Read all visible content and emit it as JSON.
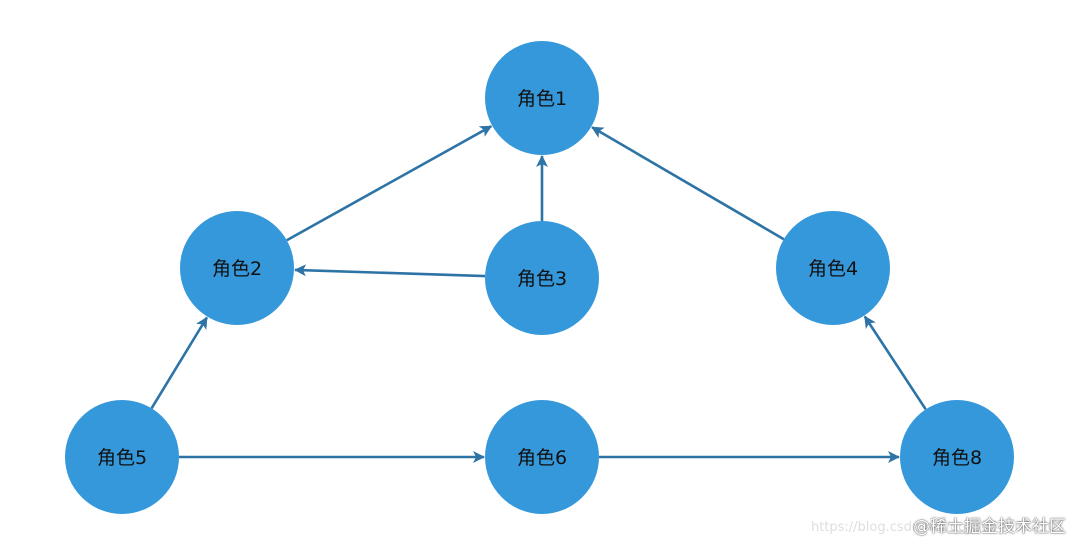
{
  "diagram": {
    "node_color": "#3598db",
    "edge_color": "#2d73a6",
    "nodes": [
      {
        "id": "n1",
        "label": "角色1"
      },
      {
        "id": "n2",
        "label": "角色2"
      },
      {
        "id": "n3",
        "label": "角色3"
      },
      {
        "id": "n4",
        "label": "角色4"
      },
      {
        "id": "n5",
        "label": "角色5"
      },
      {
        "id": "n6",
        "label": "角色6"
      },
      {
        "id": "n8",
        "label": "角色8"
      }
    ],
    "edges": [
      {
        "from": "n2",
        "to": "n1"
      },
      {
        "from": "n3",
        "to": "n1"
      },
      {
        "from": "n4",
        "to": "n1"
      },
      {
        "from": "n3",
        "to": "n2"
      },
      {
        "from": "n5",
        "to": "n2"
      },
      {
        "from": "n8",
        "to": "n4"
      },
      {
        "from": "n5",
        "to": "n6"
      },
      {
        "from": "n6",
        "to": "n8"
      }
    ]
  },
  "watermark": {
    "text": "@稀土掘金技术社区",
    "source_url": "https://blog.csdn.net/qq_39549682501"
  }
}
